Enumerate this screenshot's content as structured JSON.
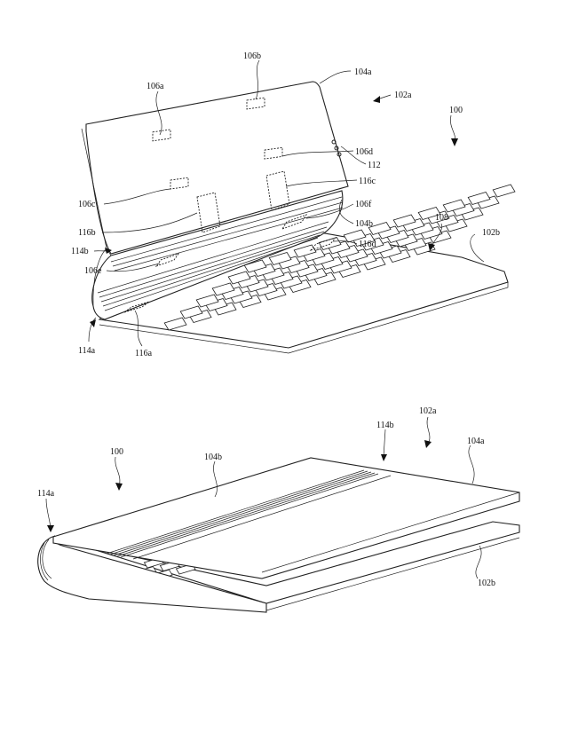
{
  "figure_top": {
    "labels": {
      "l106b": "106b",
      "l104a": "104a",
      "l106a": "106a",
      "l102a": "102a",
      "l100": "100",
      "l106d": "106d",
      "l112": "112",
      "l116c": "116c",
      "l106c": "106c",
      "l106f": "106f",
      "l104b": "104b",
      "l108": "108",
      "l102b": "102b",
      "l116b": "116b",
      "l114b": "114b",
      "l116d": "116d",
      "l106e": "106e",
      "l114a": "114a",
      "l116a": "116a"
    }
  },
  "figure_bottom": {
    "labels": {
      "l114b": "114b",
      "l102a": "102a",
      "l104a": "104a",
      "l100": "100",
      "l104b": "104b",
      "l114a": "114a",
      "l102b": "102b"
    }
  }
}
